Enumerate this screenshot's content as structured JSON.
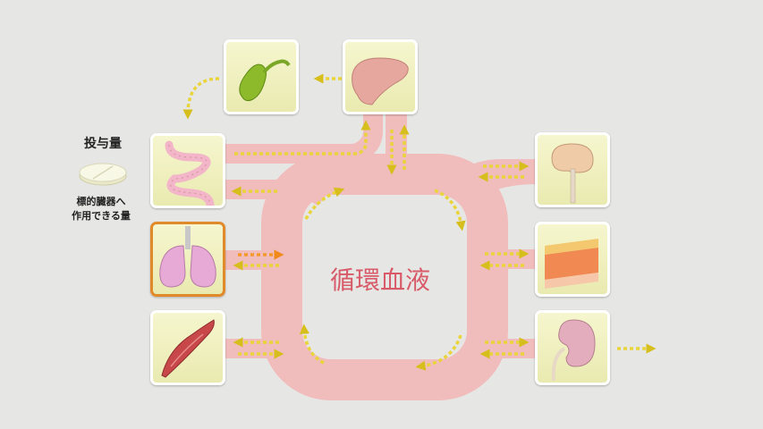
{
  "dose": {
    "title": "投与量",
    "description_line1": "標的臓器へ",
    "description_line2": "作用できる量"
  },
  "center": {
    "label": "循環血液"
  },
  "organs": [
    "gallbladder-icon",
    "liver-icon",
    "intestine-icon",
    "lung-icon",
    "muscle-icon",
    "brain-icon",
    "skin-icon",
    "kidney-icon"
  ],
  "colors": {
    "vessel": "#f0b8b8",
    "box": "#f2f2c0",
    "arrow": "#e8d23a",
    "highlight_border": "#e08a2a",
    "center_text": "#d85a68"
  }
}
